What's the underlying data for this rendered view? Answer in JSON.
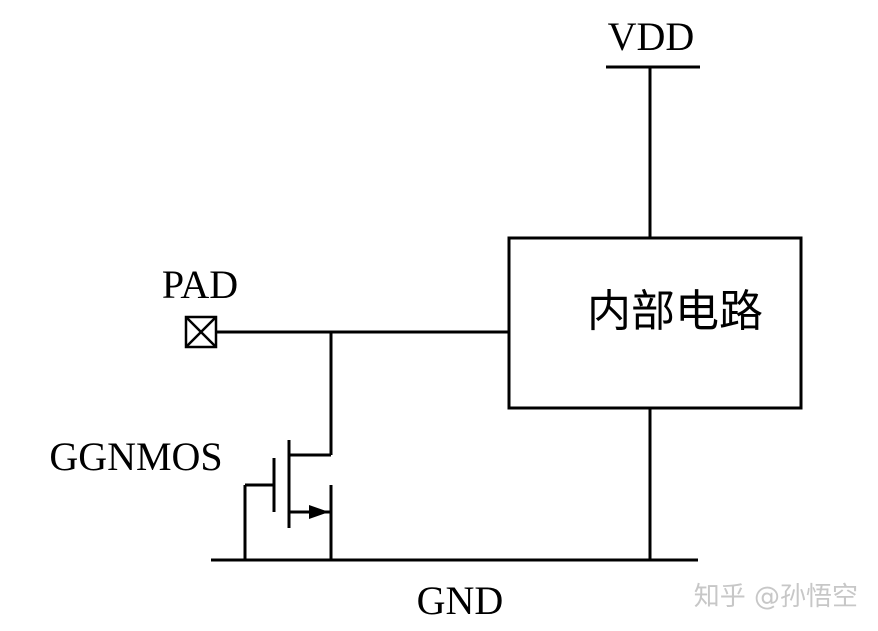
{
  "labels": {
    "vdd": "VDD",
    "pad": "PAD",
    "ggnmos": "GGNMOS",
    "gnd": "GND",
    "internal_circuit": "内部电路"
  },
  "watermark": "知乎 @孙悟空",
  "colors": {
    "line": "#000000",
    "background": "#ffffff",
    "watermark": "#c7c7c7"
  }
}
